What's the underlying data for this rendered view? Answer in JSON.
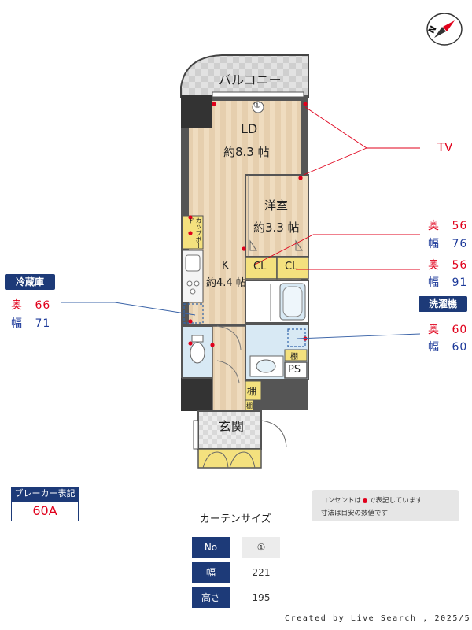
{
  "floorplan": {
    "balcony": "バルコニー",
    "window_number": "①",
    "ld": {
      "name": "LD",
      "size": "約8.3 帖"
    },
    "western_room": {
      "name": "洋室",
      "size": "約3.3 帖"
    },
    "kitchen": {
      "name": "K",
      "size": "約4.4 帖"
    },
    "cupboard": "カップボード",
    "closet_1": "CL",
    "closet_2": "CL",
    "shelf_1": "棚",
    "shelf_2": "棚",
    "shelf_3": "棚",
    "ps": "PS",
    "entrance": "玄関"
  },
  "tv": {
    "label": "TV"
  },
  "cl_dims": [
    {
      "depth_label": "奥",
      "depth": "56",
      "width_label": "幅",
      "width": "76"
    },
    {
      "depth_label": "奥",
      "depth": "56",
      "width_label": "幅",
      "width": "91"
    }
  ],
  "fridge": {
    "title": "冷蔵庫",
    "depth_label": "奥",
    "depth": "66",
    "width_label": "幅",
    "width": "71"
  },
  "washer": {
    "title": "洗濯機",
    "depth_label": "奥",
    "depth": "60",
    "width_label": "幅",
    "width": "60"
  },
  "breaker": {
    "title": "ブレーカー表記",
    "value": "60A"
  },
  "notes": [
    "コンセントは",
    "で表記しています",
    "寸法は目安の数値です"
  ],
  "curtain": {
    "title": "カーテンサイズ",
    "no_label": "No",
    "no_value": "①",
    "width_label": "幅",
    "width_value": "221",
    "height_label": "高さ",
    "height_value": "195"
  },
  "footer": "Created by Live Search , 2025/5",
  "colors": {
    "navy": "#1d3a78",
    "red": "#e0001b",
    "blue": "#1d3a9a",
    "floor": "#ecd9bd",
    "wet": "#d8e9f4"
  },
  "icons": [
    "compass-icon",
    "outlet-dot-icon"
  ]
}
